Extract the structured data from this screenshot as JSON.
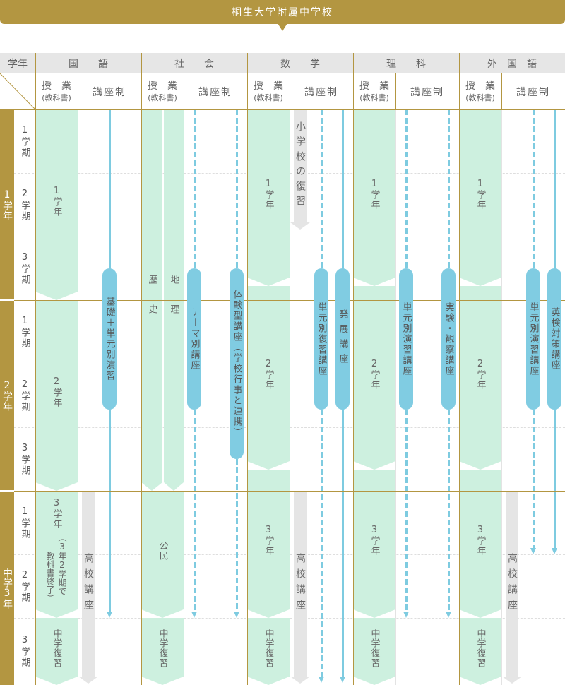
{
  "banner": {
    "title": "桐生大学附属中学校"
  },
  "header": {
    "grade": "学年",
    "subjects": [
      {
        "name": "国　　語",
        "class_label": "授　業",
        "class_sub": "(教科書)",
        "lecture": "講座制"
      },
      {
        "name": "社　　会",
        "class_label": "授　業",
        "class_sub": "(教科書)",
        "lecture": "講座制"
      },
      {
        "name": "数　　学",
        "class_label": "授　業",
        "class_sub": "(教科書)",
        "lecture": "講座制"
      },
      {
        "name": "理　　科",
        "class_label": "授　業",
        "class_sub": "(教科書)",
        "lecture": "講座制"
      },
      {
        "name": "外　国　語",
        "class_label": "授　業",
        "class_sub": "(教科書)",
        "lecture": "講座制"
      }
    ]
  },
  "years": [
    {
      "label": "1学年",
      "terms": [
        "1学期",
        "2学期",
        "3学期"
      ]
    },
    {
      "label": "2学年",
      "terms": [
        "1学期",
        "2学期",
        "3学期"
      ]
    },
    {
      "label": "中学3年",
      "terms": [
        "1学期",
        "2学期",
        "3学期"
      ]
    }
  ],
  "japanese": {
    "textbook": [
      "1学年",
      "2学年",
      "3学年",
      "中学復習"
    ],
    "textbook_note": [
      "（3年2学期で",
      "教科書終了）"
    ],
    "lectures": [
      {
        "label": "基礎＋単元別演習",
        "style": "solid"
      }
    ],
    "high_school": "高校講座"
  },
  "social": {
    "history": "歴　史",
    "geography": "地　理",
    "civics": "公民",
    "review": "中学復習",
    "lectures": [
      {
        "label": "テーマ別講座",
        "style": "dashed"
      },
      {
        "label": "体験型講座（学校行事と連携）",
        "style": "dashed"
      }
    ]
  },
  "math": {
    "textbook": [
      "1学年",
      "2学年",
      "3学年",
      "中学復習"
    ],
    "elementary_review": "小学校の復習",
    "lectures": [
      {
        "label": "単元別復習講座",
        "style": "dashed"
      },
      {
        "label": "発展講座",
        "style": "solid"
      }
    ],
    "high_school": "高校講座"
  },
  "science": {
    "textbook": [
      "1学年",
      "2学年",
      "3学年",
      "中学復習"
    ],
    "lectures": [
      {
        "label": "単元別演習講座",
        "style": "dashed"
      },
      {
        "label": "実験・観察講座",
        "style": "dashed"
      }
    ]
  },
  "foreign": {
    "textbook": [
      "1学年",
      "2学年",
      "3学年",
      "中学復習"
    ],
    "lectures": [
      {
        "label": "単元別演習講座",
        "style": "dashed"
      },
      {
        "label": "英検対策講座",
        "style": "solid"
      }
    ],
    "high_school": "高校講座"
  },
  "colors": {
    "gold": "#b39641",
    "textbook_green": "#cdf0df",
    "lecture_blue": "#7ecbe0",
    "high_school_grey": "#e5e5e5",
    "header_grey": "#e6e6e6"
  }
}
